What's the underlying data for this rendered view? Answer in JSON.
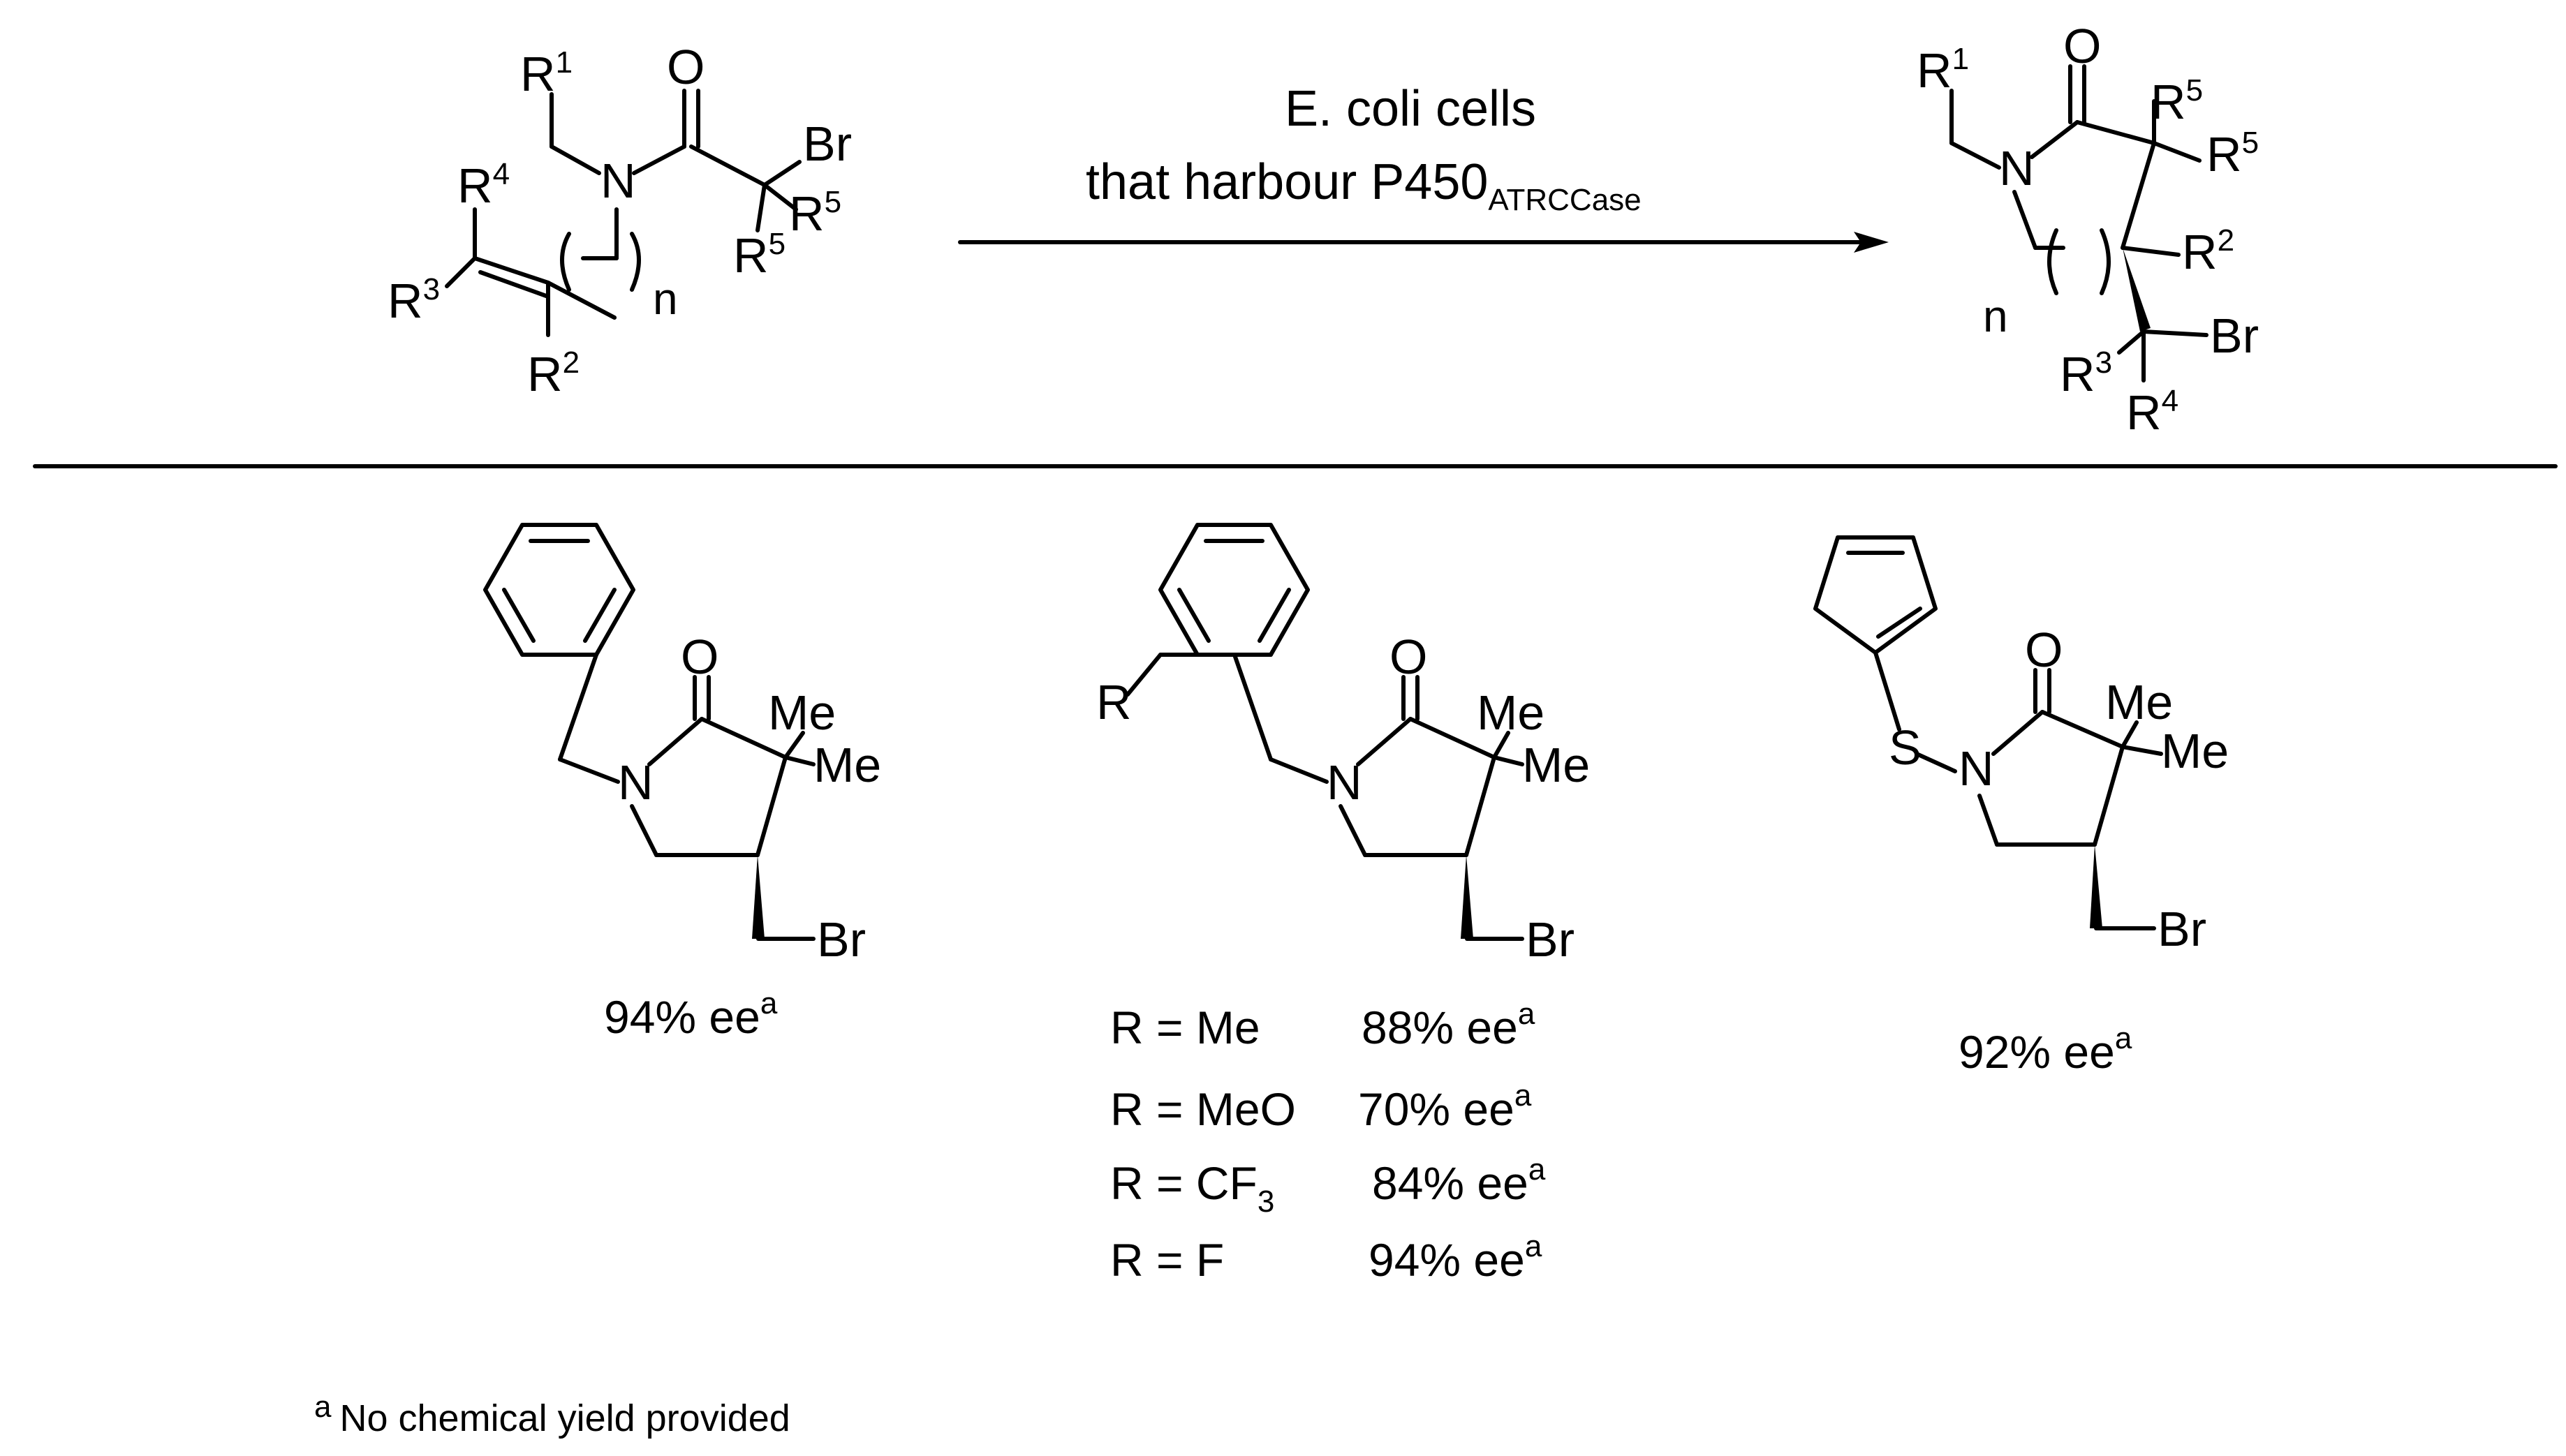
{
  "reaction": {
    "conditions_line1": "E. coli cells",
    "conditions_line2_main": "that harbour P450",
    "conditions_line2_sub": "ATRCCase"
  },
  "reactant": {
    "R1": "R",
    "R1_sup": "1",
    "R2": "R",
    "R2_sup": "2",
    "R3": "R",
    "R3_sup": "3",
    "R4": "R",
    "R4_sup": "4",
    "R5a": "R",
    "R5a_sup": "5",
    "R5b": "R",
    "R5b_sup": "5",
    "N": "N",
    "O": "O",
    "Br": "Br",
    "n": "n"
  },
  "product": {
    "R1": "R",
    "R1_sup": "1",
    "R2": "R",
    "R2_sup": "2",
    "R3": "R",
    "R3_sup": "3",
    "R4": "R",
    "R4_sup": "4",
    "R5a": "R",
    "R5a_sup": "5",
    "R5b": "R",
    "R5b_sup": "5",
    "N": "N",
    "O": "O",
    "Br": "Br",
    "n": "n"
  },
  "examples": [
    {
      "atoms": {
        "O": "O",
        "N": "N",
        "Me1": "Me",
        "Me2": "Me",
        "Br": "Br"
      },
      "result": "94% ee",
      "result_sup": "a"
    },
    {
      "atoms": {
        "R": "R",
        "O": "O",
        "N": "N",
        "Me1": "Me",
        "Me2": "Me",
        "Br": "Br"
      },
      "variants": [
        {
          "r_label": "R = Me",
          "r_sub": "",
          "ee": "88% ee",
          "ee_sup": "a"
        },
        {
          "r_label": "R = MeO",
          "r_sub": "",
          "ee": "70% ee",
          "ee_sup": "a"
        },
        {
          "r_label": "R = CF",
          "r_sub": "3",
          "ee": "84% ee",
          "ee_sup": "a"
        },
        {
          "r_label": "R = F",
          "r_sub": "",
          "ee": "94% ee",
          "ee_sup": "a"
        }
      ]
    },
    {
      "atoms": {
        "S": "S",
        "O": "O",
        "N": "N",
        "Me1": "Me",
        "Me2": "Me",
        "Br": "Br"
      },
      "result": "92% ee",
      "result_sup": "a"
    }
  ],
  "footnote": {
    "mark": "a",
    "text": "No chemical yield provided"
  }
}
